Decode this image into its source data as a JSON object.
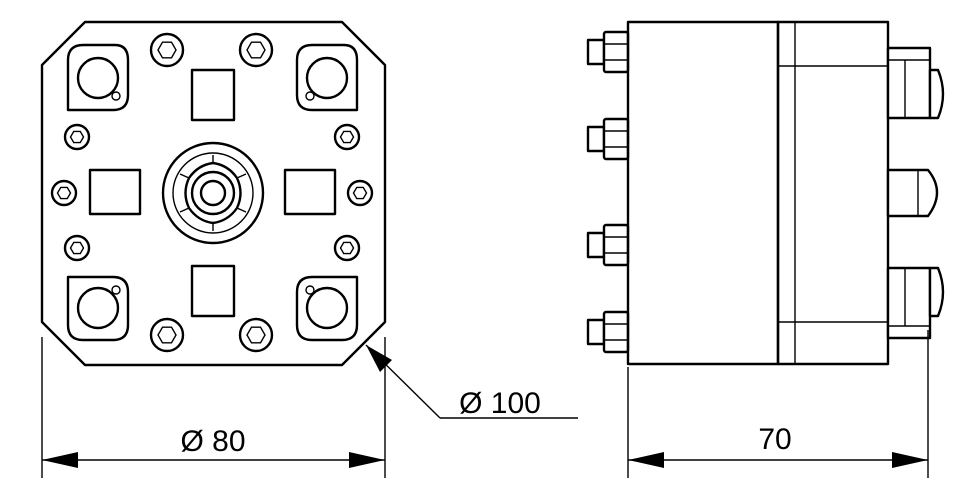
{
  "dimensions": {
    "front_width": "Ø 80",
    "corner_diameter": "Ø 100",
    "side_depth": "70"
  },
  "colors": {
    "line": "#000000",
    "background": "#ffffff"
  }
}
